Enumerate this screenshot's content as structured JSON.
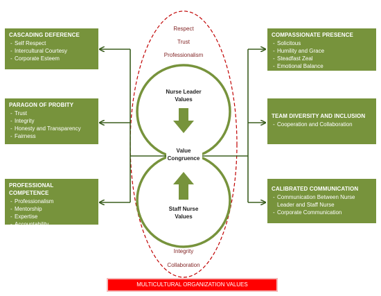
{
  "colors": {
    "box_green": "#77933c",
    "circle_green": "#77933c",
    "arrow_green": "#3b5e1f",
    "ellipse_red": "#c00000",
    "banner_red": "#ff0000"
  },
  "oval_labels": {
    "top": [
      "Respect",
      "Trust",
      "Professionalism"
    ],
    "bottom": [
      "Integrity",
      "Collaboration"
    ]
  },
  "circles": {
    "top_label": "Nurse Leader\nValues",
    "center_label": "Value\nCongruence",
    "bottom_label": "Staff Nurse\nValues"
  },
  "left_boxes": [
    {
      "title": "CASCADING DEFERENCE",
      "items": [
        "Self Respect",
        "Intercultural Courtesy",
        "Corporate Esteem"
      ]
    },
    {
      "title": "PARAGON OF PROBITY",
      "items": [
        "Trust",
        "Integrity",
        "Honesty and Transparency",
        "Fairness"
      ]
    },
    {
      "title": "PROFESSIONAL COMPETENCE",
      "items": [
        "Professionalism",
        "Mentorship",
        "Expertise",
        "Accountability"
      ]
    }
  ],
  "right_boxes": [
    {
      "title": "COMPASSIONATE PRESENCE",
      "items": [
        "Solicitous",
        "Humility and Grace",
        "Steadfast Zeal",
        "Emotional Balance"
      ]
    },
    {
      "title": "TEAM DIVERSITY AND INCLUSION",
      "items": [
        "Cooperation and Collaboration"
      ]
    },
    {
      "title": "CALIBRATED COMMUNICATION",
      "items": [
        "Communication Between Nurse Leader and Staff Nurse",
        "Corporate Communication"
      ]
    }
  ],
  "banner": "MULTICULTURAL ORGANIZATION VALUES"
}
